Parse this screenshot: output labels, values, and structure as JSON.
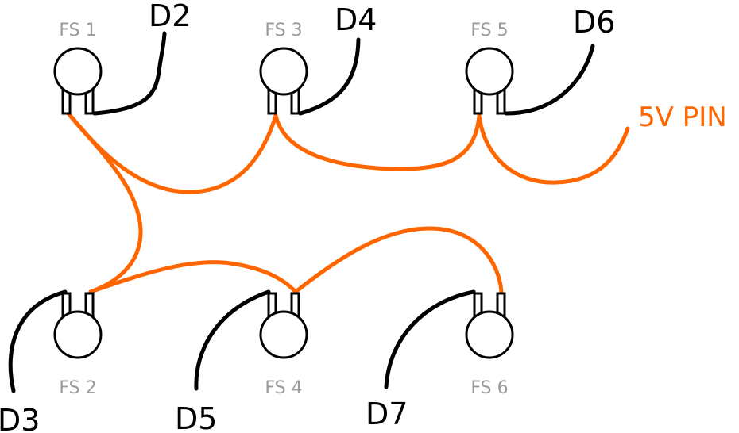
{
  "colors": {
    "power_wire": "#ff6600",
    "signal_wire": "#000000",
    "switch_label": "#9a9a9a"
  },
  "switches": {
    "fs1": "FS 1",
    "fs2": "FS 2",
    "fs3": "FS 3",
    "fs4": "FS 4",
    "fs5": "FS 5",
    "fs6": "FS 6"
  },
  "signal_pins": {
    "fs1": "D2",
    "fs2": "D3",
    "fs3": "D4",
    "fs4": "D5",
    "fs5": "D6",
    "fs6": "D7"
  },
  "power": {
    "label": "5V PIN"
  }
}
